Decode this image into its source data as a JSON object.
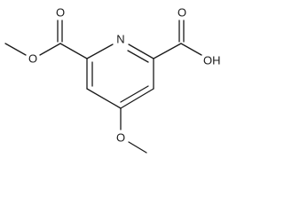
{
  "molecule": {
    "atoms": {
      "ring_nitrogen": "N",
      "ester_carbonyl_oxygen": "O",
      "ester_ether_oxygen": "O",
      "acid_carbonyl_oxygen": "O",
      "acid_hydroxyl": "OH",
      "methoxy_oxygen": "O"
    }
  }
}
